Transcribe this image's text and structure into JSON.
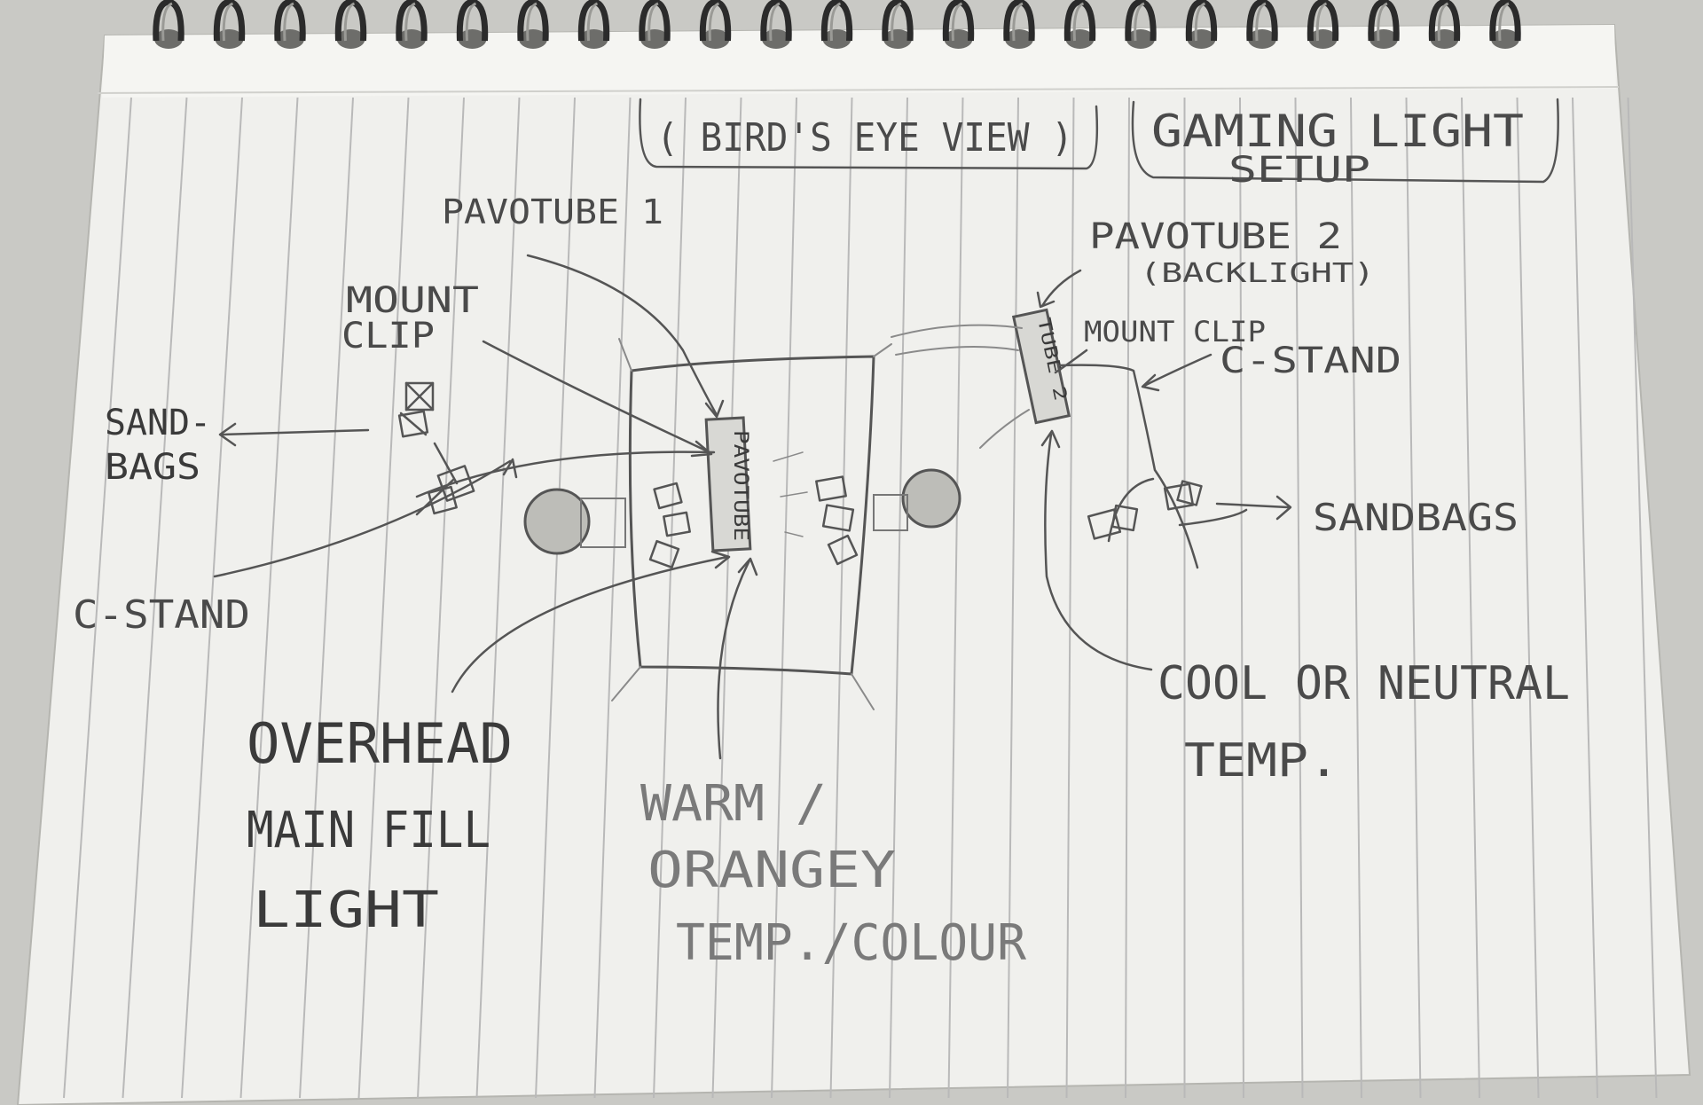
{
  "title_box": {
    "line1": "GAMING LIGHT",
    "line2": "SETUP"
  },
  "view_box": {
    "text": "( BIRD'S EYE VIEW )"
  },
  "labels": {
    "pavotube1": "PAVOTUBE 1",
    "pavotube2": "PAVOTUBE 2",
    "backlight": "(BACKLIGHT)",
    "mount_clip_left_1": "MOUNT",
    "mount_clip_left_2": "CLIP",
    "mount_clip_right": "MOUNT CLIP",
    "c_stand_right": "C-STAND",
    "c_stand_left": "C-STAND",
    "sandbags_left_1": "SAND-",
    "sandbags_left_2": "BAGS",
    "sandbags_right": "SANDBAGS",
    "overhead_1": "OVERHEAD",
    "overhead_2": "MAIN FILL",
    "overhead_3": "LIGHT",
    "warm_1": "WARM /",
    "warm_2": "ORANGEY",
    "warm_3": "TEMP./COLOUR",
    "cool_1": "COOL OR NEUTRAL",
    "cool_2": "TEMP.",
    "tube1_text": "PAVOTUBE",
    "tube2_text": "TUBE 2"
  },
  "colors": {
    "paper": "#f1f1ee",
    "pencil": "#555555",
    "ruled_line": "#b9b9b9",
    "spiral": "#2b2b2b"
  }
}
